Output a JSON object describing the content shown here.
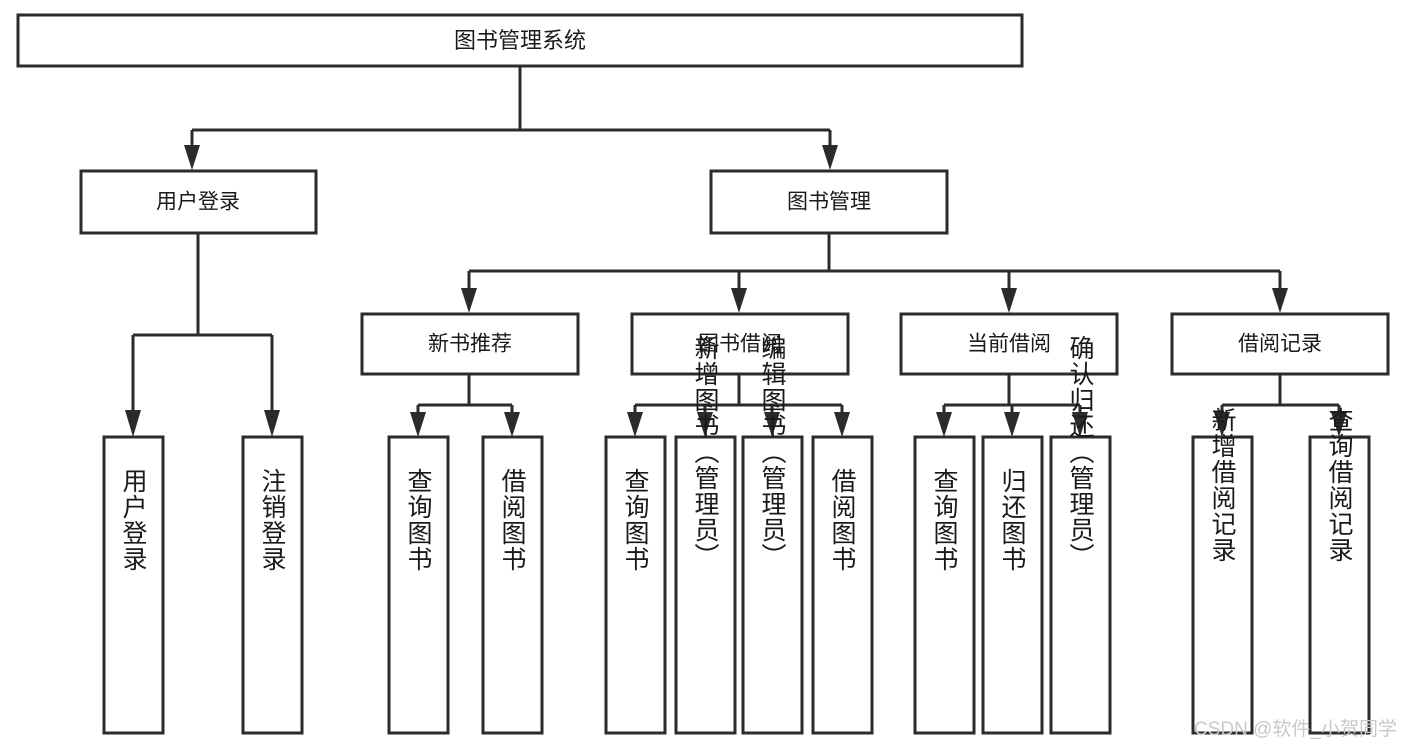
{
  "diagram": {
    "type": "tree",
    "title": "图书管理系统",
    "watermark": "CSDN @软件_小贺同学",
    "colors": {
      "stroke": "#2b2b2b",
      "fill": "#ffffff",
      "text": "#1a1a1a",
      "watermark": "#c9c9c9"
    },
    "root": {
      "label": "图书管理系统"
    },
    "level2": [
      {
        "label": "用户登录"
      },
      {
        "label": "图书管理"
      }
    ],
    "level3": [
      {
        "label": "新书推荐"
      },
      {
        "label": "图书借阅"
      },
      {
        "label": "当前借阅"
      },
      {
        "label": "借阅记录"
      }
    ],
    "leaves": {
      "user_login": [
        {
          "label": "用户登录"
        },
        {
          "label": "注销登录"
        }
      ],
      "new_book_recommend": [
        {
          "label": "查询图书"
        },
        {
          "label": "借阅图书"
        }
      ],
      "book_borrow": [
        {
          "label": "查询图书"
        },
        {
          "label": "新增图书（管理员）"
        },
        {
          "label": "编辑图书（管理员）"
        },
        {
          "label": "借阅图书"
        }
      ],
      "current_borrow": [
        {
          "label": "查询图书"
        },
        {
          "label": "归还图书"
        },
        {
          "label": "确认归还（管理员）"
        }
      ],
      "borrow_record": [
        {
          "label": "新增借阅记录"
        },
        {
          "label": "查询借阅记录"
        }
      ]
    }
  }
}
